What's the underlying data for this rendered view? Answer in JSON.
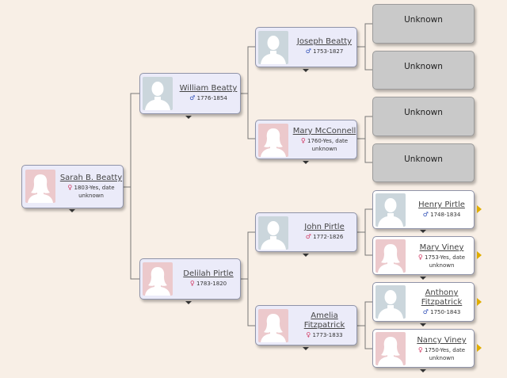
{
  "colors": {
    "background": "#f8efe6",
    "card": "#ebebf9",
    "unknown_card": "#c9c9c9",
    "male_symbol": "#2f4fb7",
    "female_symbol": "#d23a64",
    "more_arrow": "#e0ad00"
  },
  "people": {
    "p0": {
      "name": "Sarah B. Beatty",
      "dates": "1803-Yes, date unknown",
      "gender_symbol": "♀"
    },
    "p1": {
      "name": "William Beatty",
      "dates": "1776-1854",
      "gender_symbol": "♂"
    },
    "p2": {
      "name": "Delilah Pirtle",
      "dates": "1783-1820",
      "gender_symbol": "♀"
    },
    "p3": {
      "name": "Joseph Beatty",
      "dates": "1753-1827",
      "gender_symbol": "♂"
    },
    "p4": {
      "name": "Mary McConnell",
      "dates": "1760-Yes, date unknown",
      "gender_symbol": "♀"
    },
    "p5": {
      "name": "John Pirtle",
      "dates": "1772-1826",
      "gender_symbol": "♂"
    },
    "p6": {
      "name": "Amelia Fitzpatrick",
      "dates": "1773-1833",
      "gender_symbol": "♀"
    },
    "p11": {
      "name": "Henry Pirtle",
      "dates": "1748-1834",
      "gender_symbol": "♂"
    },
    "p12": {
      "name": "Mary Viney",
      "dates": "1753-Yes, date unknown",
      "gender_symbol": "♀"
    },
    "p13": {
      "name": "Anthony Fitzpatrick",
      "dates": "1750-1843",
      "gender_symbol": "♂"
    },
    "p14": {
      "name": "Nancy Viney",
      "dates": "1750-Yes, date unknown",
      "gender_symbol": "♀"
    }
  },
  "unknown_label": "Unknown"
}
